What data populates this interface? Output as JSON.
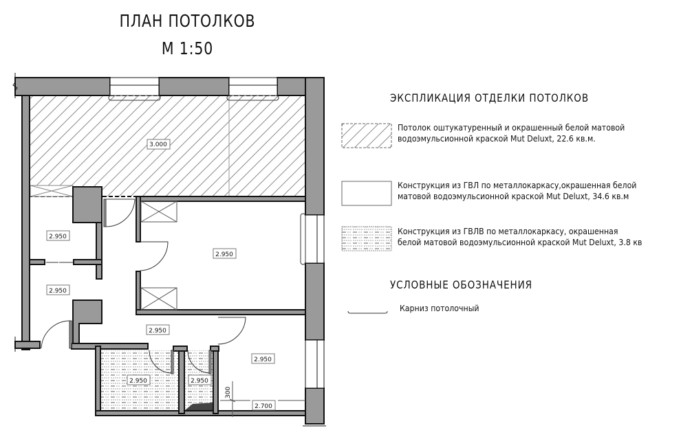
{
  "header": {
    "title": "ПЛАН ПОТОЛКОВ",
    "scale": "М 1:50"
  },
  "explication": {
    "heading": "ЭКСПЛИКАЦИЯ ОТДЕЛКИ ПОТОЛКОВ",
    "items": [
      {
        "pattern": "diagonal-hatch",
        "line1": "Потолок оштукатуренный и окрашенный белой матовой",
        "line2": "водоэмульсионной краской Mut Deluxt, 22.6 кв.м."
      },
      {
        "pattern": "blank",
        "line1": "Конструкция из ГВЛ по металлокаркасу,окрашенная белой",
        "line2": "матовой водоэмульсионной краской Mut Deluxt, 34.6 кв.м"
      },
      {
        "pattern": "dotted-dash",
        "line1": "Конструкция из ГВЛВ по металлокаркасу, окрашенная",
        "line2": "белой матовой водоэмульсионной краской Mut Deluxt, 3.8 кв"
      }
    ]
  },
  "symbols": {
    "heading": "УСЛОВНЫЕ ОБОЗНАЧЕНИЯ",
    "items": [
      {
        "icon": "ceiling-cornice-icon",
        "label": "Карниз потолочный"
      }
    ]
  },
  "plan": {
    "height_marks": {
      "living_room": "3.000",
      "wardrobe": "2.950",
      "hallway_left": "2.950",
      "bedroom": "2.950",
      "corridor": "2.950",
      "kitchen_room": "2.950",
      "bathroom": "2.950",
      "wc": "2.950",
      "lowered_strip": "2.700"
    },
    "dimension": "300"
  },
  "colors": {
    "wall_fill": "#9a9a9a",
    "wall_stroke": "#111111",
    "hatch": "#8a8a8a",
    "background": "#ffffff"
  }
}
